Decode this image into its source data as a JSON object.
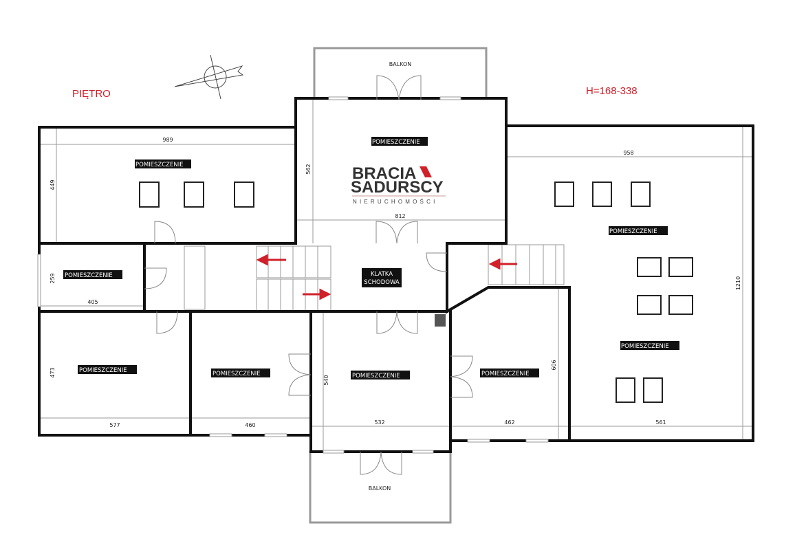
{
  "title": "PIĘTRO",
  "height_range": "H=168-338",
  "balcony_label": "BALKON",
  "room_label": "POMIESZCZENIE",
  "stairwell": {
    "line1": "KLATKA",
    "line2": "SCHODOWA"
  },
  "logo": {
    "line1": "BRACIA",
    "line2": "SADURSCY",
    "line3": "NIERUCHOMOŚCI"
  },
  "dimensions": [
    "989",
    "449",
    "562",
    "812",
    "958",
    "1210",
    "259",
    "405",
    "473",
    "577",
    "460",
    "540",
    "532",
    "462",
    "606",
    "561"
  ],
  "colors": {
    "accent": "#d0202a",
    "wall": "#111111"
  }
}
